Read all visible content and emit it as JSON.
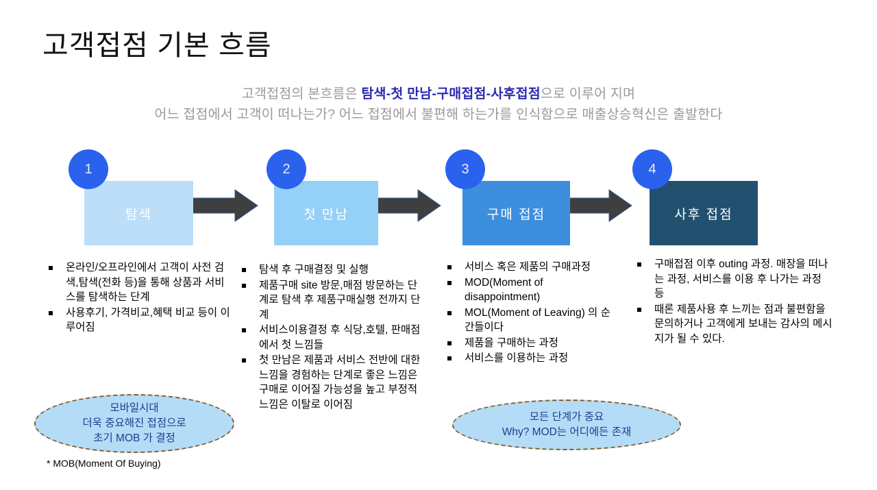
{
  "slide": {
    "title": "고객접점 기본 흐름",
    "subtitle": {
      "line1_pre": "고객접점의 본흐름은 ",
      "line1_highlight": "탐색-첫 만남-구매접점-사후접점",
      "line1_post": "으로 이루어 지며",
      "line2": "어느 접점에서 고객이 떠나는가? 어느 접점에서 불편해 하는가를 인식함으로 매출상승혁신은 출발한다",
      "highlight_color": "#2a2ab0",
      "text_color": "#9a9a9a"
    },
    "stages": [
      {
        "number": "1",
        "label": "탐색",
        "box_color": "#bcdef8",
        "circle_color": "#2a62ee",
        "bullets": [
          "온라인/오프라인에서 고객이 사전 검색,탐색(전화 등)을 통해 상품과 서비스를 탐색하는 단계",
          "사용후기, 가격비교,혜택 비교 등이 이루어짐"
        ]
      },
      {
        "number": "2",
        "label": "첫 만남",
        "box_color": "#95d0f7",
        "circle_color": "#2a62ee",
        "bullets": [
          "탐색 후 구매결정 및 실행",
          "제품구매 site 방문,매점 방문하는 단계로 탐색 후 제품구매실행 전까지 단계",
          "서비스이용결정 후 식당,호텔, 판매점에서 첫 느낌들",
          "첫 만남은 제품과 서비스 전반에 대한 느낌을 경험하는 단계로 좋은 느낌은 구매로 이어질 가능성을 높고 부정적 느낌은 이탈로 이어짐"
        ]
      },
      {
        "number": "3",
        "label": "구매 접점",
        "box_color": "#3d8edd",
        "circle_color": "#2a62ee",
        "bullets": [
          "서비스 혹은 제품의 구매과정",
          "MOD(Moment of disappointment)",
          "MOL(Moment of Leaving) 의 순간들이다",
          "제품을 구매하는 과정",
          "서비스를 이용하는 과정"
        ]
      },
      {
        "number": "4",
        "label": "사후 접점",
        "box_color": "#21516f",
        "circle_color": "#2a62ee",
        "bullets": [
          "구매접점 이후 outing 과정. 매장을 떠나는 과정, 서비스를 이용 후 나가는 과정 등",
          "때론 제품사용 후 느끼는 점과 불편함을 문의하거나 고객에게 보내는 감사의 메시지가 될 수 있다."
        ]
      }
    ],
    "callouts": {
      "left": {
        "line1": "모바일시대",
        "line2": "더욱 중요해진 접점으로",
        "line3": "초기 MOB 가 결정",
        "fill_color": "#b4dcf6",
        "border_color": "#8a5a24",
        "text_color": "#1f3d8c"
      },
      "right": {
        "line1": "모든 단계가 중요",
        "line2": "Why? MOD는 어디에든 존재",
        "fill_color": "#b4dcf6",
        "border_color": "#8a5a24",
        "text_color": "#1f3d8c"
      }
    },
    "footnote": "* MOB(Moment Of Buying)",
    "arrow_color": "#3f3f3f"
  }
}
